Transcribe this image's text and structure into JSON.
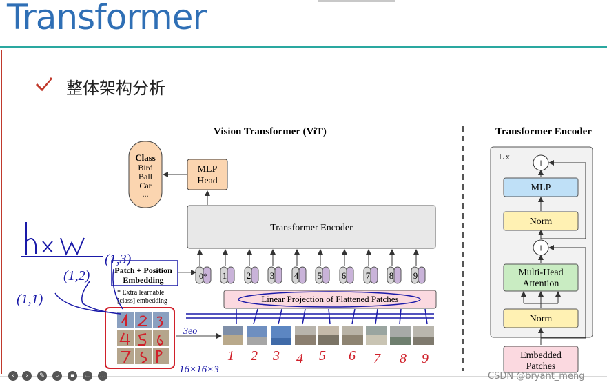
{
  "slide": {
    "title": "Transformer",
    "bullet": "整体架构分析",
    "watermark": "CSDN @bryant_meng"
  },
  "vit": {
    "heading": "Vision Transformer (ViT)",
    "class_box": {
      "title": "Class",
      "items": [
        "Bird",
        "Ball",
        "Car",
        "..."
      ]
    },
    "mlp_head": [
      "MLP",
      "Head"
    ],
    "encoder_label": "Transformer Encoder",
    "linear_projection": "Linear Projection of Flattened Patches",
    "legend": [
      "Patch + Position",
      "Embedding",
      "* Extra learnable",
      "[class] embedding"
    ],
    "tokens": [
      "0*",
      "1",
      "2",
      "3",
      "4",
      "5",
      "6",
      "7",
      "8",
      "9"
    ],
    "colors": {
      "class_box": "#fbd5b0",
      "mlp": "#fbd5b0",
      "encoder": "#e8e8e8",
      "projection": "#fbd9e0",
      "token_patch": "#c9b3d9",
      "token_pos": "#d6d6d6"
    }
  },
  "encoder_block": {
    "heading": "Transformer Encoder",
    "repeat": "L x",
    "mlp": "MLP",
    "norm_top": "Norm",
    "mha": [
      "Multi-Head",
      "Attention"
    ],
    "norm_bottom": "Norm",
    "embedded": [
      "Embedded",
      "Patches"
    ],
    "plus": "+",
    "colors": {
      "mlp": "#bfe0f7",
      "norm": "#fff1b3",
      "mha": "#c9ecc2",
      "embedded": "#fbd9e0"
    }
  },
  "annotations": {
    "hxw": "h × w",
    "c13": "(1,3)",
    "c12": "(1,2)",
    "c11": "(1,1)",
    "arrow_label": "3eo",
    "shape": "16×16×3",
    "numbers": [
      "1",
      "2",
      "3",
      "4",
      "5",
      "6",
      "7",
      "8",
      "9"
    ]
  }
}
